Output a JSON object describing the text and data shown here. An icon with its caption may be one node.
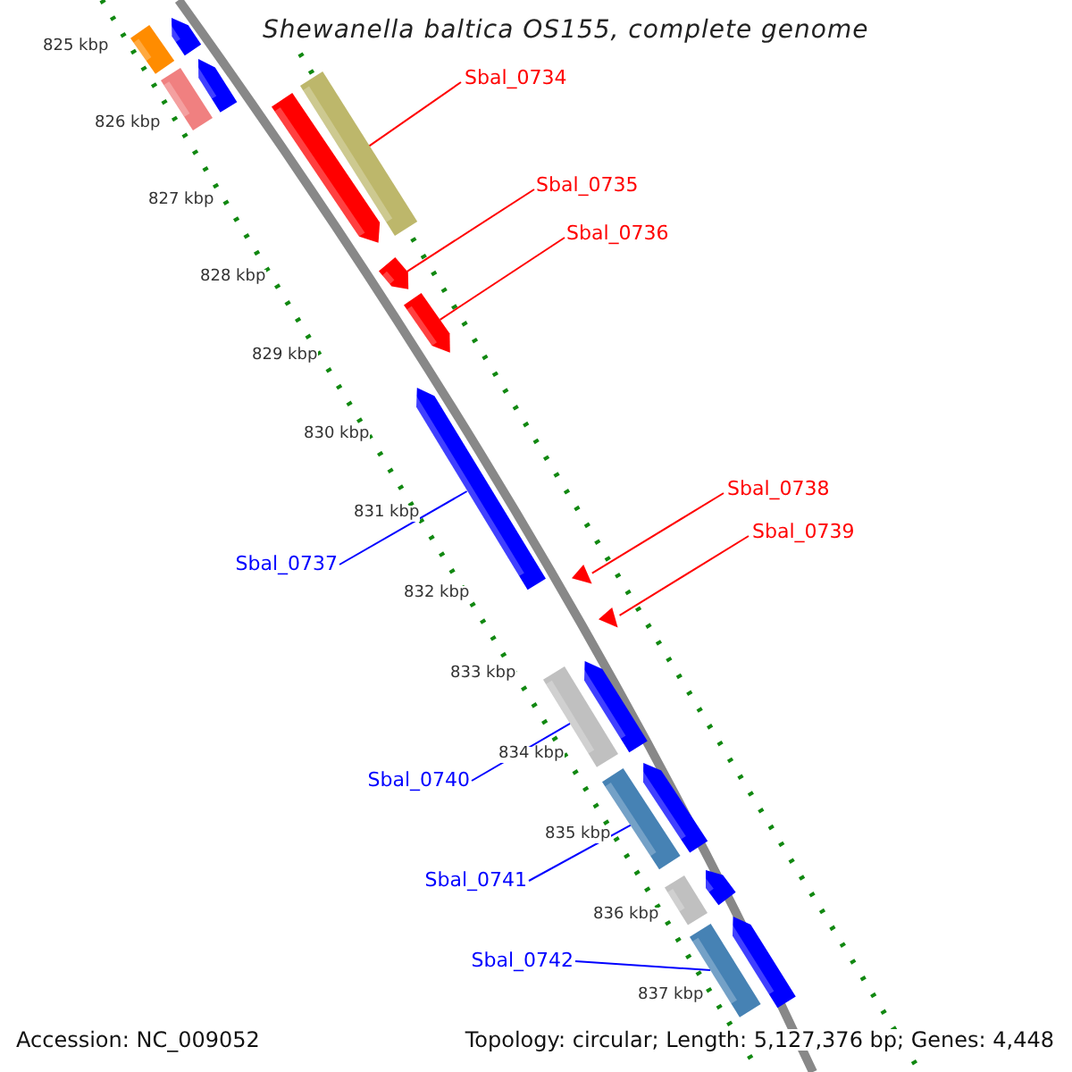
{
  "diagram": {
    "title": "Shewanella baltica OS155, complete genome",
    "nodes": [
      {
        "text": [],
        "shape": "bar"
      },
      {
        "text": [],
        "shape": "bar"
      },
      {
        "text": [],
        "shape": "bar"
      },
      {
        "text": [],
        "shape": "bar"
      },
      {
        "text": [
          "Sbal_0734"
        ]
      },
      {
        "text": [],
        "shape": "bar"
      },
      {
        "text": [],
        "shape": "bar"
      },
      {
        "text": [
          "Sbal_0735"
        ]
      },
      {
        "text": [
          "Sbal_0736"
        ]
      },
      {
        "text": [],
        "shape": "bar"
      },
      {
        "text": [],
        "shape": "bar"
      },
      {
        "text": [],
        "shape": "bar"
      },
      {
        "text": [
          "Sbal_0738"
        ]
      },
      {
        "text": [
          "Sbal_0739"
        ]
      },
      {
        "text": [
          "Sbal_0737"
        ]
      },
      {
        "text": [],
        "shape": "triangle"
      },
      {
        "text": [],
        "shape": "triangle"
      },
      {
        "text": [],
        "shape": "bar"
      },
      {
        "text": [],
        "shape": "bar"
      },
      {
        "text": [
          "Sbal_0740"
        ]
      },
      {
        "text": [],
        "shape": "bar"
      },
      {
        "text": [],
        "shape": "bar"
      },
      {
        "text": [
          "Sbal_0741"
        ]
      },
      {
        "text": [],
        "shape": "bar"
      },
      {
        "text": [],
        "shape": "bar"
      },
      {
        "text": [
          "Sbal_0742"
        ]
      },
      {
        "text": [],
        "shape": "bar"
      },
      {
        "text": [],
        "shape": "bar"
      }
    ],
    "edges": [
      {
        "from": 4,
        "to": 5,
        "arrow": "none",
        "color": "#ff0000"
      },
      {
        "from": 7,
        "to": 9,
        "arrow": "none",
        "color": "#ff0000"
      },
      {
        "from": 8,
        "to": 10,
        "arrow": "none",
        "color": "#ff0000"
      },
      {
        "from": 12,
        "to": 15,
        "arrow": "none",
        "color": "#ff0000"
      },
      {
        "from": 13,
        "to": 16,
        "arrow": "none",
        "color": "#ff0000"
      },
      {
        "from": 14,
        "to": 11,
        "arrow": "none",
        "color": "#0000ff"
      },
      {
        "from": 19,
        "to": 17,
        "arrow": "none",
        "color": "#0000ff"
      },
      {
        "from": 22,
        "to": 20,
        "arrow": "none",
        "color": "#0000ff"
      },
      {
        "from": 25,
        "to": 26,
        "arrow": "none",
        "color": "#0000ff"
      }
    ],
    "labels": [
      "825 kbp",
      "826 kbp",
      "827 kbp",
      "828 kbp",
      "829 kbp",
      "830 kbp",
      "831 kbp",
      "832 kbp",
      "833 kbp",
      "834 kbp",
      "835 kbp",
      "836 kbp",
      "837 kbp",
      "Accession: NC_009052",
      "Topology: circular; Length: 5,127,376 bp; Genes: 4,448"
    ]
  }
}
